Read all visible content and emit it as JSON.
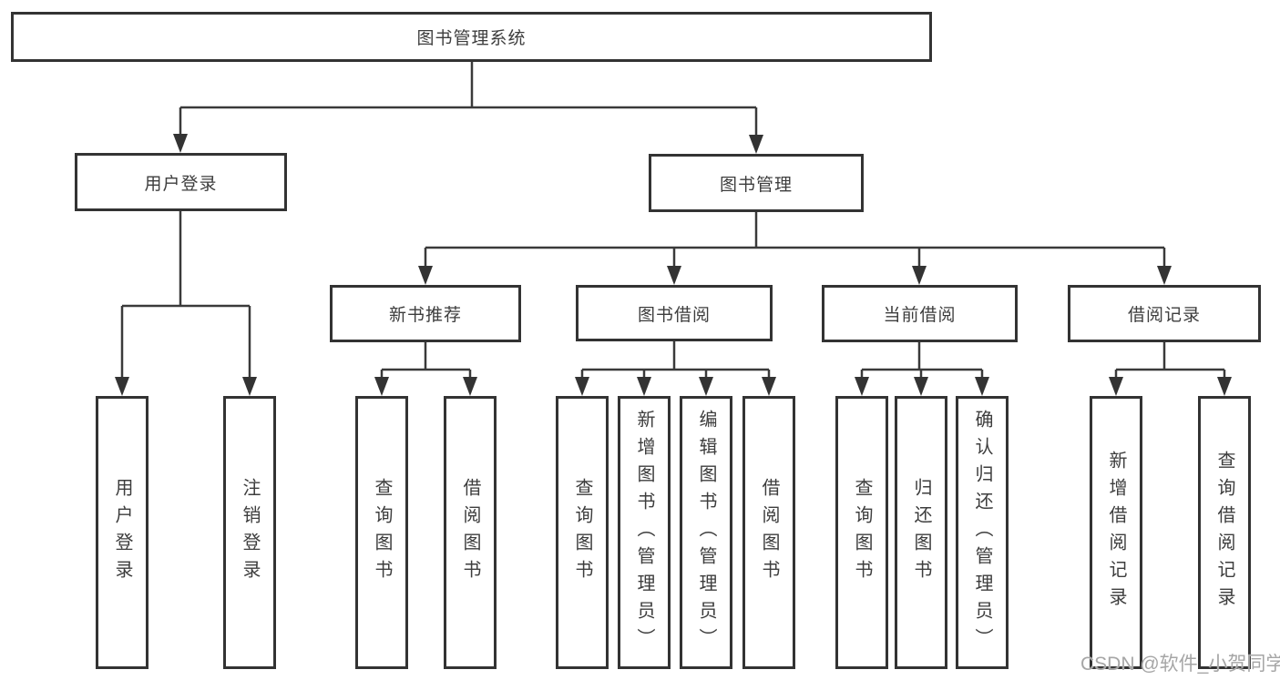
{
  "tree": {
    "label": "图书管理系统",
    "children": [
      {
        "label": "用户登录",
        "children": [
          {
            "label": "用户登录"
          },
          {
            "label": "注销登录"
          }
        ]
      },
      {
        "label": "图书管理",
        "children": [
          {
            "label": "新书推荐",
            "children": [
              {
                "label": "查询图书"
              },
              {
                "label": "借阅图书"
              }
            ]
          },
          {
            "label": "图书借阅",
            "children": [
              {
                "label": "查询图书"
              },
              {
                "label": "新增图书（管理员）"
              },
              {
                "label": "编辑图书（管理员）"
              },
              {
                "label": "借阅图书"
              }
            ]
          },
          {
            "label": "当前借阅",
            "children": [
              {
                "label": "查询图书"
              },
              {
                "label": "归还图书"
              },
              {
                "label": "确认归还（管理员）"
              }
            ]
          },
          {
            "label": "借阅记录",
            "children": [
              {
                "label": "新增借阅记录"
              },
              {
                "label": "查询借阅记录"
              }
            ]
          }
        ]
      }
    ]
  },
  "watermark": "CSDN @软件_小贺同学",
  "colors": {
    "background": "#ffffff",
    "box_border": "#333333",
    "line": "#3a3a3a",
    "text": "#3d3d3d",
    "watermark": "#a6a6a6"
  }
}
